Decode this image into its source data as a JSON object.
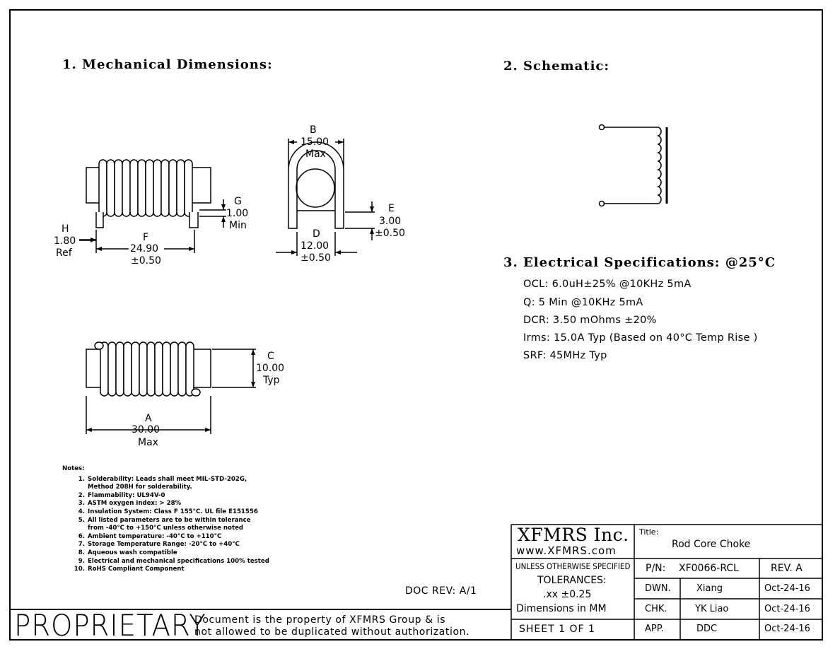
{
  "headings": {
    "mechanical": "1. Mechanical Dimensions:",
    "schematic": "2. Schematic:",
    "electrical": "3. Electrical Specifications: @25°C"
  },
  "dimensions": {
    "B_letter": "B",
    "B_value": "15.00",
    "B_note": "Max",
    "G_letter": "G",
    "G_value": "1.00",
    "G_note": "Min",
    "H_letter": "H",
    "H_value": "1.80",
    "H_note": "Ref",
    "F_letter": "F",
    "F_value": "24.90",
    "F_tol": "±0.50",
    "E_letter": "E",
    "E_value": "3.00",
    "E_tol": "±0.50",
    "D_letter": "D",
    "D_value": "12.00",
    "D_tol": "±0.50",
    "C_letter": "C",
    "C_value": "10.00",
    "C_note": "Typ",
    "A_letter": "A",
    "A_value": "30.00",
    "A_note": "Max"
  },
  "electrical_specs": [
    "OCL: 6.0uH±25% @10KHz 5mA",
    "Q: 5 Min @10KHz 5mA",
    "DCR: 3.50 mOhms ±20%",
    "Irms: 15.0A Typ (Based on 40°C Temp Rise )",
    "SRF: 45MHz Typ"
  ],
  "notes": {
    "title": "Notes:",
    "items": [
      {
        "num": "1.",
        "lines": [
          "Solderability: Leads shall meet MIL-STD-202G,",
          "Method 208H for solderability."
        ]
      },
      {
        "num": "2.",
        "lines": [
          "Flammability: UL94V-0"
        ]
      },
      {
        "num": "3.",
        "lines": [
          "ASTM oxygen index: > 28%"
        ]
      },
      {
        "num": "4.",
        "lines": [
          "Insulation System: Class F 155°C. UL file E151556"
        ]
      },
      {
        "num": "5.",
        "lines": [
          "All listed parameters are to be within tolerance",
          "from -40°C to +150°C unless otherwise noted"
        ]
      },
      {
        "num": "6.",
        "lines": [
          "Ambient temperature: -40°C to +110°C"
        ]
      },
      {
        "num": "7.",
        "lines": [
          "Storage Temperature Range: -20°C to +40°C"
        ]
      },
      {
        "num": "8.",
        "lines": [
          "Aqueous wash compatible"
        ]
      },
      {
        "num": "9.",
        "lines": [
          "Electrical and mechanical specifications 100% tested"
        ]
      },
      {
        "num": "10.",
        "lines": [
          "RoHS Compliant Component"
        ]
      }
    ]
  },
  "doc_rev": "DOC REV: A/1",
  "proprietary": {
    "word": "PROPRIETARY",
    "line1": "Document is the property of XFMRS Group & is",
    "line2": "not allowed to be duplicated without authorization."
  },
  "title_block": {
    "company": "XFMRS Inc.",
    "website": "www.XFMRS.com",
    "title_label": "Title:",
    "title": "Rod Core Choke",
    "unless": "UNLESS OTHERWISE SPECIFIED",
    "tolerances": "TOLERANCES:",
    "tol_value": ".xx ±0.25",
    "dims_in": "Dimensions in MM",
    "sheet": "SHEET 1 OF 1",
    "pn_label": "P/N:",
    "pn": "XF0066-RCL",
    "rev": "REV. A",
    "dwn_label": "DWN.",
    "dwn_name": "Xiang",
    "dwn_date": "Oct-24-16",
    "chk_label": "CHK.",
    "chk_name": "YK Liao",
    "chk_date": "Oct-24-16",
    "app_label": "APP.",
    "app_name": "DDC",
    "app_date": "Oct-24-16"
  }
}
